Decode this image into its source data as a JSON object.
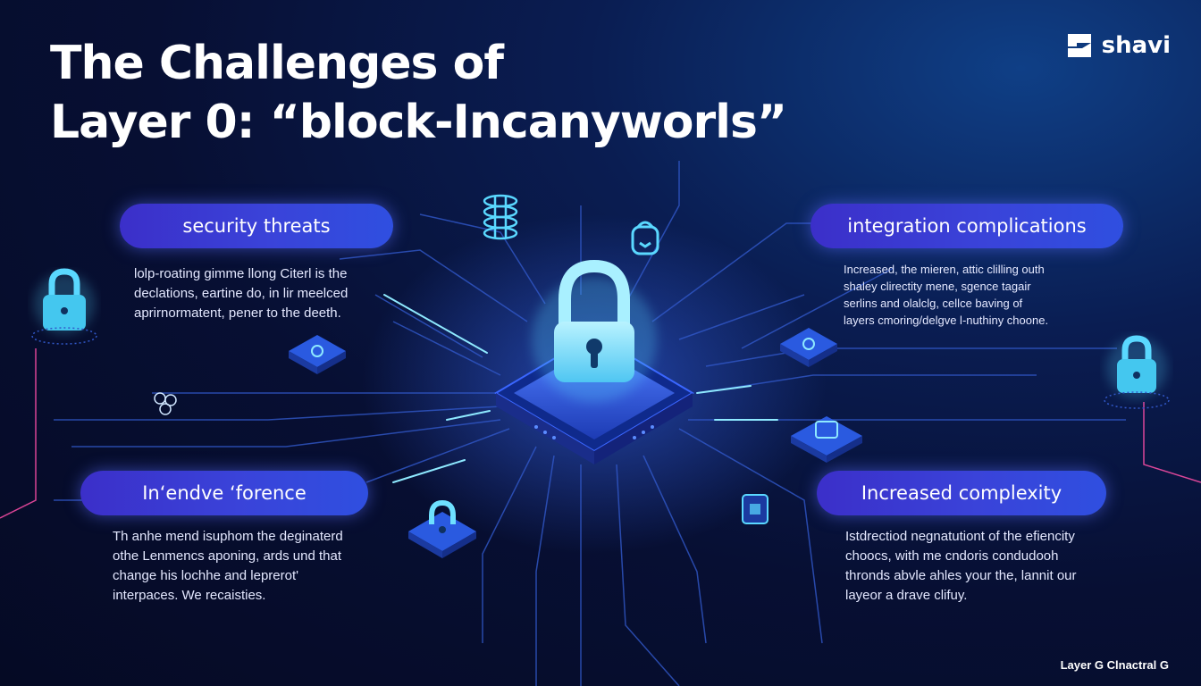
{
  "title": {
    "line1": "The Challenges of",
    "line2": "Layer 0: “block-Incanyworls”"
  },
  "brand": {
    "name": "shavi",
    "icon": "brand-logo-icon"
  },
  "cards": {
    "security": {
      "label": "security threats",
      "lines": [
        "lolp-roating gimme llong Citerl is the",
        "declations, eartine do, in lir meelced",
        "aprirnormatent, pener to the deeth."
      ]
    },
    "integration": {
      "label": "integration complications",
      "lines": [
        "Increased, the mieren, attic clilling outh",
        "shaley clirectity mene, sgence tagair",
        "serlins and olalclg, cellce baving of",
        "layers cmoring/delgve l-nuthiny choone."
      ]
    },
    "interference": {
      "label": "In‘endve ‘forence",
      "lines": [
        "Th anhe mend isuphom the deginaterd",
        "othe Lenmencs aponing, ards und that",
        "change his lochhe and leprerot'",
        "interpaces. We recaisties."
      ]
    },
    "complexity": {
      "label": "Increased complexity",
      "lines": [
        "Istdrectiod negnatutiont of the efiencity",
        "choocs, with me cndoris condudooh",
        "thronds abvle ahles your the, lannit our",
        "layeor a drave clifuy."
      ]
    }
  },
  "footer": {
    "text": "Layer G Clnactral G"
  },
  "colors": {
    "background": "#070f33",
    "pill": "#3a43d9",
    "circuit": "#3d6fe0",
    "glow": "#5ad8ff",
    "accent_edge": "#ff4fa8"
  },
  "icons": [
    "padlock-icon",
    "shield-padlock-icon",
    "chip-icon",
    "dna-coil-icon",
    "data-node-icon"
  ]
}
